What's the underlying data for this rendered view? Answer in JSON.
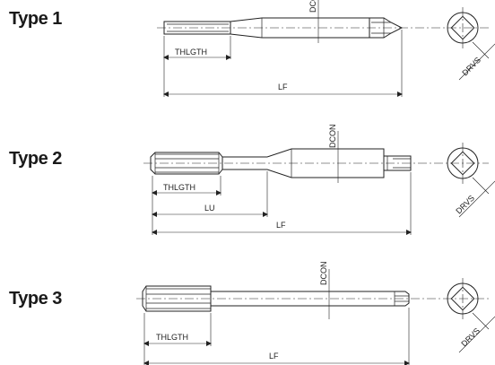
{
  "types": [
    {
      "name": "Type 1",
      "dims": {
        "thread_length": "THLGTH",
        "overall_length": "LF",
        "connection_dia": "DCON",
        "drive_size": "DRVS"
      }
    },
    {
      "name": "Type 2",
      "dims": {
        "thread_length": "THLGTH",
        "usable_length": "LU",
        "overall_length": "LF",
        "connection_dia": "DCON",
        "drive_size": "DRVS"
      }
    },
    {
      "name": "Type 3",
      "dims": {
        "thread_length": "THLGTH",
        "overall_length": "LF",
        "connection_dia": "DCON",
        "drive_size": "DRVS"
      }
    }
  ],
  "colors": {
    "line": "#222222",
    "background": "#ffffff"
  }
}
